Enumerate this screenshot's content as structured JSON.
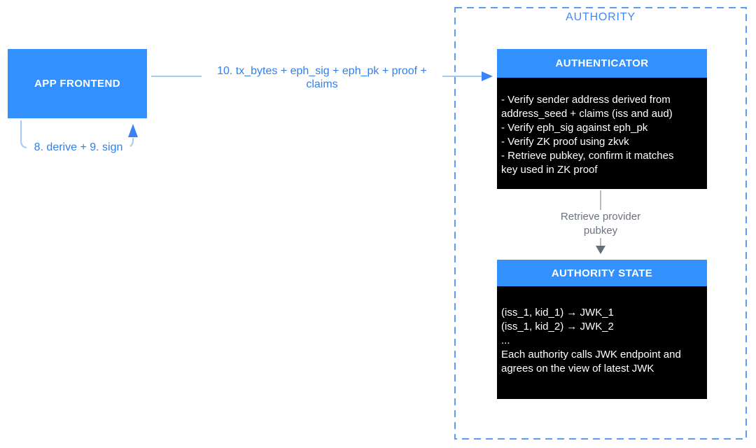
{
  "diagram": {
    "nodes": {
      "app_frontend": {
        "label": "APP FRONTEND"
      },
      "authority": {
        "label": "AUTHORITY"
      },
      "authenticator": {
        "title": "AUTHENTICATOR",
        "body": "- Verify sender address derived from\naddress_seed + claims (iss and aud)\n- Verify eph_sig against eph_pk\n- Verify ZK proof using zkvk\n- Retrieve pubkey, confirm it matches\nkey used in ZK proof"
      },
      "authority_state": {
        "title": "AUTHORITY STATE",
        "body": "(iss_1, kid_1) → JWK_1\n(iss_1, kid_2) → JWK_2\n...\nEach authority calls JWK endpoint and\nagrees on the view of latest JWK"
      }
    },
    "arrows": {
      "tx_arrow_label": "10. tx_bytes + eph_sig + eph_pk + proof +\nclaims",
      "derive_sign_label": "8. derive + 9. sign",
      "retrieve_pubkey_label": "Retrieve provider\npubkey"
    },
    "colors": {
      "box_blue": "#3291FF",
      "label_blue": "#2F80ED",
      "line_light_blue": "#A6C8F5",
      "arrowhead_blue": "#3B82F6",
      "dashed_border_blue": "#5B9CF8",
      "authority_title_blue": "#4189F2",
      "gray_text": "#6B7280",
      "gray_line": "#9CA3AF",
      "gray_arrowhead": "#646E7B",
      "box_black": "#000000",
      "background": "#FFFFFF"
    }
  }
}
